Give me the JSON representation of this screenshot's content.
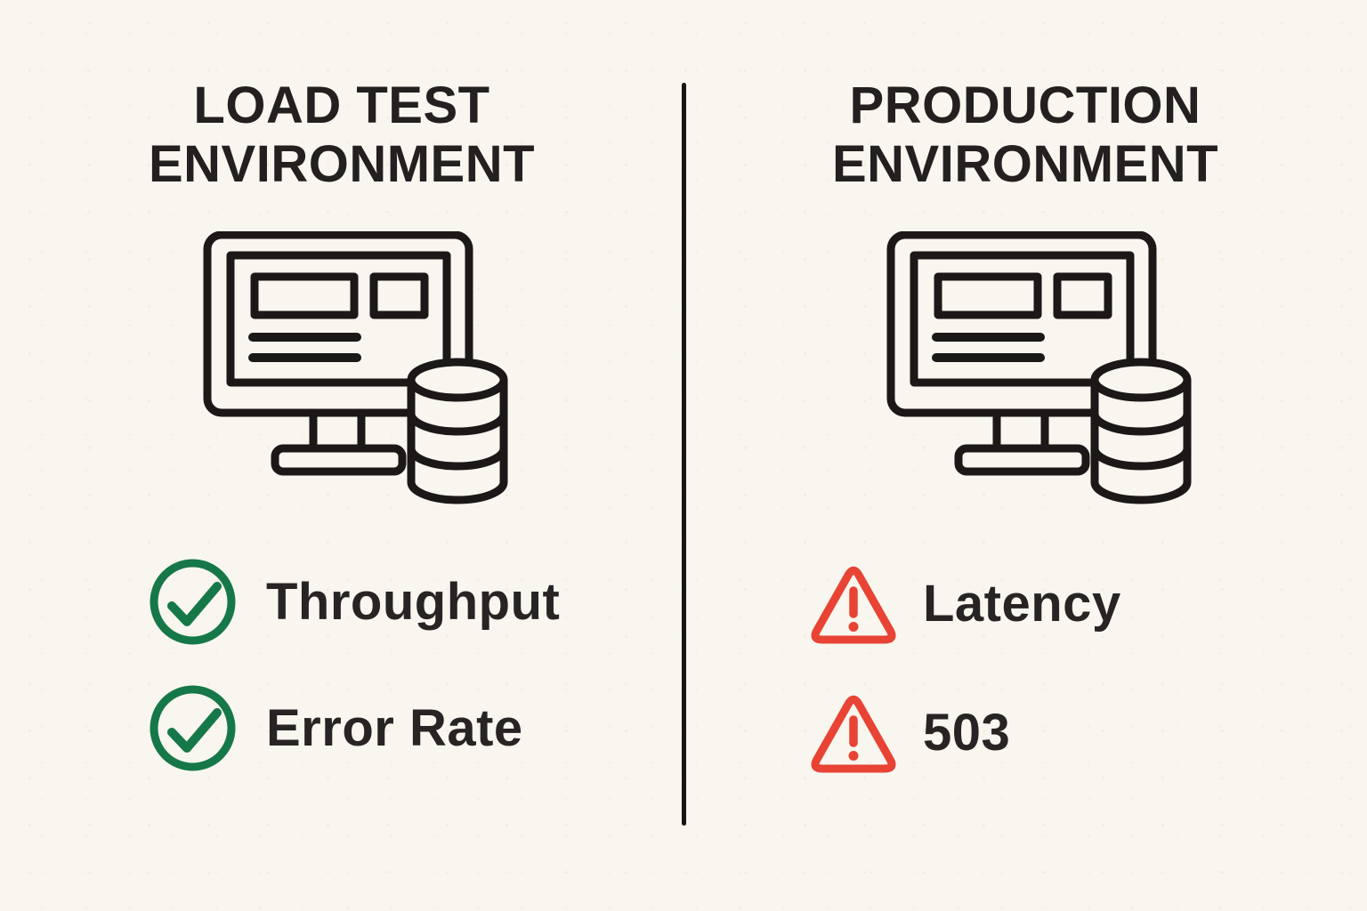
{
  "colors": {
    "background": "#F8F6EF",
    "ink": "#1B1817",
    "success_green": "#167849",
    "alert_red": "#E84334",
    "divider": "#181514"
  },
  "divider": {
    "name": "vertical-divider"
  },
  "left_panel": {
    "title_line1": "LOAD TEST",
    "title_line2": "ENVIRONMENT",
    "icon": "monitor-with-database-icon",
    "metrics": [
      {
        "icon": "check-circle-icon",
        "label": "Throughput"
      },
      {
        "icon": "check-circle-icon",
        "label": "Error Rate"
      }
    ]
  },
  "right_panel": {
    "title_line1": "PRODUCTION",
    "title_line2": "ENVIRONMENT",
    "icon": "monitor-with-database-icon",
    "metrics": [
      {
        "icon": "warning-triangle-icon",
        "label": "Latency"
      },
      {
        "icon": "warning-triangle-icon",
        "label": "503"
      }
    ]
  }
}
